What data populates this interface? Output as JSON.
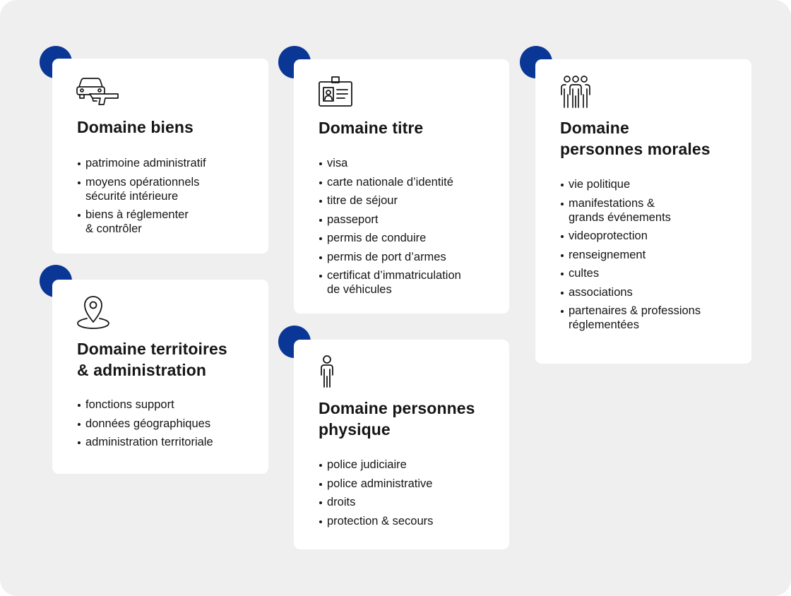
{
  "colors": {
    "accent": "#0a3695",
    "background": "#efeff0",
    "card": "#ffffff"
  },
  "cards": [
    {
      "icon": "car-and-gun-icon",
      "title": "Domaine biens",
      "items": [
        "patrimoine administratif",
        "moyens opérationnels\nsécurité intérieure",
        "biens à réglementer\n& contrôler"
      ]
    },
    {
      "icon": "location-pin-icon",
      "title": "Domaine territoires\n& administration",
      "items": [
        "fonctions support",
        "données géographiques",
        "administration territoriale"
      ]
    },
    {
      "icon": "id-badge-icon",
      "title": "Domaine titre",
      "items": [
        "visa",
        "carte nationale d’identité",
        "titre de séjour",
        "passeport",
        "permis de conduire",
        "permis de port d’armes",
        "certificat d’immatriculation\nde véhicules"
      ]
    },
    {
      "icon": "person-icon",
      "title": "Domaine personnes\nphysique",
      "items": [
        "police judiciaire",
        "police administrative",
        "droits",
        "protection & secours"
      ]
    },
    {
      "icon": "group-of-people-icon",
      "title": "Domaine\npersonnes morales",
      "items": [
        "vie politique",
        "manifestations &\ngrands événements",
        "videoprotection",
        "renseignement",
        "cultes",
        "associations",
        "partenaires & professions\nréglementées"
      ]
    }
  ]
}
